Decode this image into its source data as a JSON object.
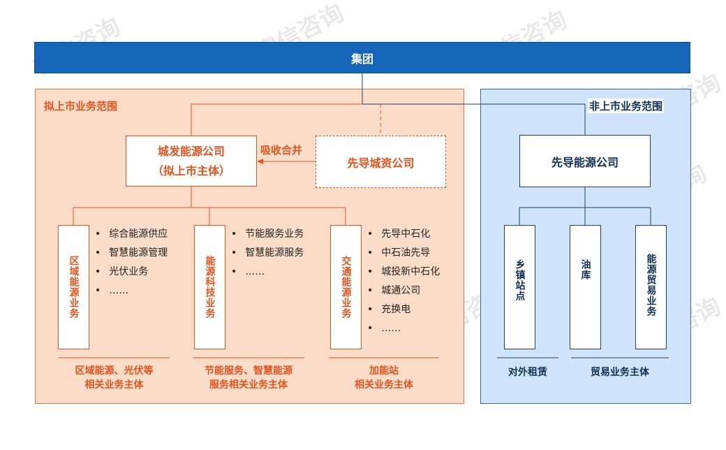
{
  "group": "集团",
  "regions": {
    "listed": "拟上市业务范围",
    "unlisted": "非上市业务范围"
  },
  "entities": {
    "chengfa_line1": "城发能源公司",
    "chengfa_line2": "（拟上市主体）",
    "xiandao_city": "先导城资公司",
    "merge_label": "吸收合并",
    "xiandao_energy": "先导能源公司"
  },
  "segments": [
    {
      "name": "区域能源业务",
      "items": [
        "综合能源供应",
        "智慧能源管理",
        "光伏业务",
        "……"
      ],
      "caption_line1": "区域能源、光伏等",
      "caption_line2": "相关业务主体"
    },
    {
      "name": "能源科技业务",
      "items": [
        "节能服务业务",
        "智慧能源服务",
        "……"
      ],
      "caption_line1": "节能服务、智慧能源",
      "caption_line2": "服务相关业务主体"
    },
    {
      "name": "交通能源业务",
      "items": [
        "先导中石化",
        "中石油先导",
        "城投新中石化",
        "城通公司",
        "充换电",
        "……"
      ],
      "caption_line1": "加能站",
      "caption_line2": "相关业务主体"
    }
  ],
  "unlisted_segments": [
    {
      "name": "乡镇站点"
    },
    {
      "name": "油库"
    },
    {
      "name": "能源贸易业务"
    }
  ],
  "unlisted_captions": [
    "对外租赁",
    "贸易业务主体"
  ],
  "watermark": "睿信咨询",
  "colors": {
    "group_blue": "#1565b8",
    "listed_orange": "#e2541f",
    "listed_fill": "#fbdcc8",
    "unlisted_fill": "#cfe4fa",
    "unlisted_navy": "#0f2f55"
  }
}
